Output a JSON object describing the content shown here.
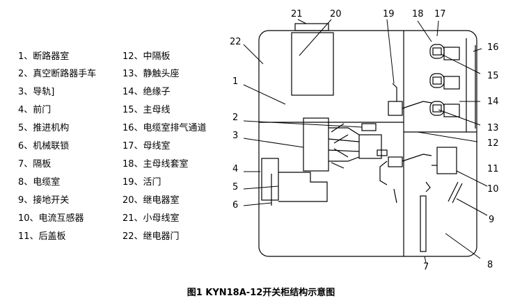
{
  "legend": [
    "1、断路器室",
    "2、真空断路器手车",
    "3、导轨]",
    "4、前门",
    "5、推进机构",
    "6、机械联锁",
    "7、隔板",
    "8、电缆室",
    "9、接地开关",
    "10、电流互感器",
    "11、后盖板",
    "12、中隔板",
    "13、静触头座",
    "14、绝缘子",
    "15、主母线",
    "16、电缆室排气通道",
    "17、母线室",
    "18、主母线套室",
    "19、活门",
    "20、继电器室",
    "21、小母线室",
    "22、继电器门"
  ],
  "callouts": [
    "1",
    "2",
    "3",
    "4",
    "5",
    "6",
    "7",
    "8",
    "9",
    "10",
    "11",
    "12",
    "13",
    "14",
    "15",
    "16",
    "17",
    "18",
    "19",
    "20",
    "21",
    "22"
  ],
  "caption": "图1  KYN18A-12开关柜结构示意图"
}
